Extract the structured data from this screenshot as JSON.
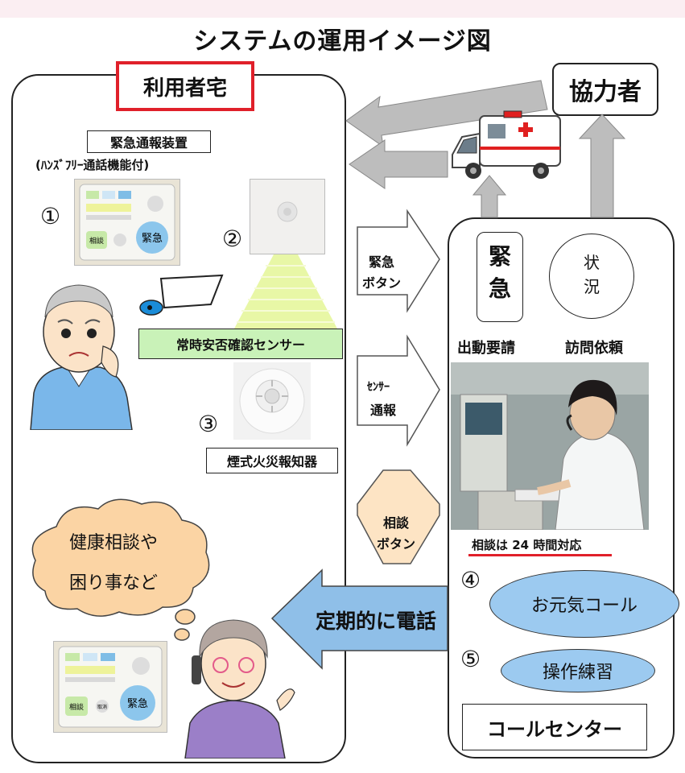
{
  "title": "システムの運用イメージ図",
  "home": {
    "label": "利用者宅",
    "device_label": "緊急通報装置",
    "device_sub": "(ﾊﾝｽﾞﾌﾘｰ通話機能付)",
    "sensor_label": "常時安否確認センサー",
    "smoke_label": "煙式火災報知器",
    "thought_line1": "健康相談や",
    "thought_line2": "困り事など",
    "num1": "①",
    "num2": "②",
    "num3": "③"
  },
  "device": {
    "btn_emergency": "緊急",
    "btn_consult": "相談",
    "btn_cancel": "取消"
  },
  "arrows": {
    "emergency_line1": "緊急",
    "emergency_line2": "ボタン",
    "sensor_line1": "ｾﾝｻｰ",
    "sensor_line2": "通報",
    "consult_line1": "相談",
    "consult_line2": "ボタン",
    "call_label": "定期的に電話"
  },
  "helper": {
    "label": "協力者"
  },
  "center": {
    "emergency_line1": "緊",
    "emergency_line2": "急",
    "status_line1": "状",
    "status_line2": "況",
    "dispatch": "出動要請",
    "visit": "訪問依頼",
    "hours": "相談は 24 時間対応",
    "num4": "④",
    "num5": "⑤",
    "genki": "お元気コール",
    "practice": "操作練習",
    "label": "コールセンター"
  },
  "colors": {
    "red_frame": "#e0202a",
    "arrow_gray": "#bdbdbd",
    "arrow_blue": "#8fbfe8",
    "ellipse_blue": "#9ccaf0",
    "cloud": "#fbd4a4",
    "sensor_green": "#c9f2b8"
  }
}
